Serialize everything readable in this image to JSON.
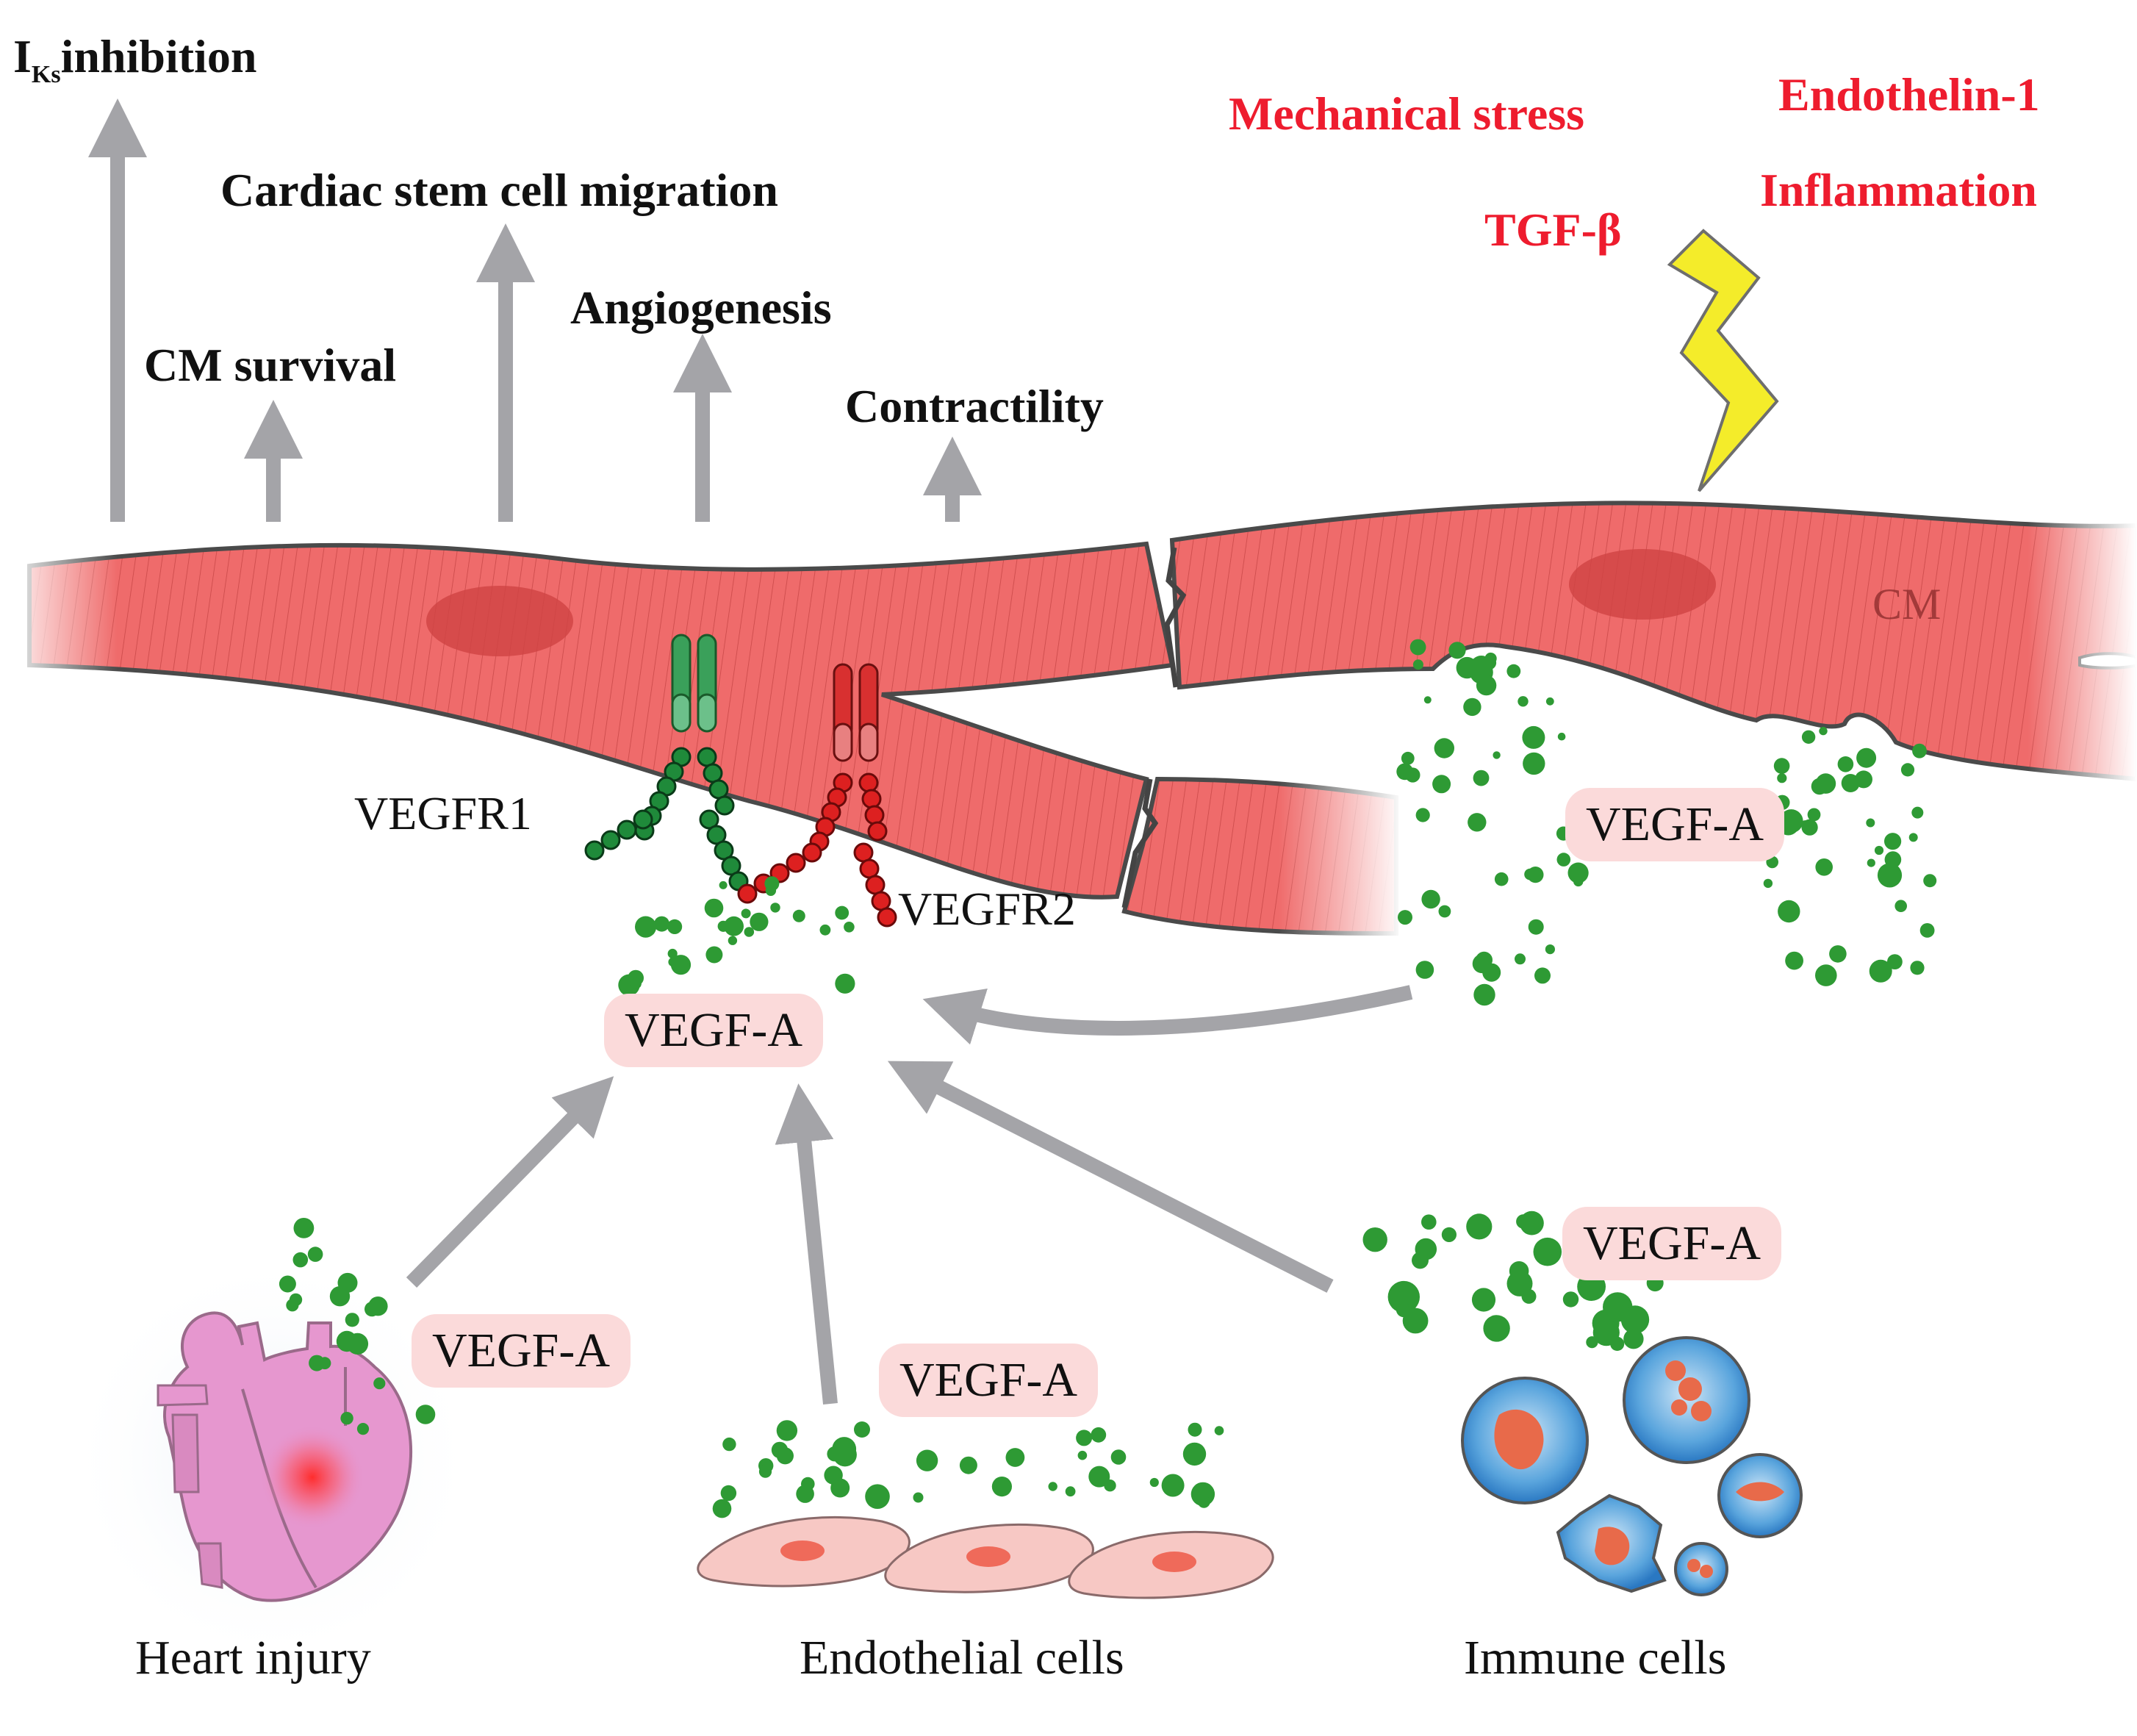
{
  "outcomes": {
    "iks_main": "I",
    "iks_sub": "Ks",
    "iks_rest": "inhibition",
    "cm_survival": "CM survival",
    "stem_cell_migration": "Cardiac stem cell migration",
    "angiogenesis": "Angiogenesis",
    "contractility": "Contractility"
  },
  "stressors": {
    "mechanical_stress": "Mechanical stress",
    "endothelin": "Endothelin-1",
    "tgf_beta": "TGF-β",
    "inflammation": "Inflammation"
  },
  "receptors": {
    "vegfr1": "VEGFR1",
    "vegfr2": "VEGFR2"
  },
  "cm_label": "CM",
  "ligand": {
    "center": "VEGF-A",
    "cm_source": "VEGF-A",
    "heart": "VEGF-A",
    "endothelial": "VEGF-A",
    "immune": "VEGF-A"
  },
  "sources": {
    "heart_injury": "Heart injury",
    "endothelial_cells": "Endothelial cells",
    "immune_cells": "Immune cells"
  },
  "colors": {
    "muscle": "#f06a6a",
    "vegf_dot": "#2e9a34",
    "vegfr1": "#1f8a3a",
    "vegfr2": "#dd2020",
    "arrow": "#a4a4a8",
    "stress_text": "#ee1c2e",
    "lightning": "#f4ec2a"
  }
}
